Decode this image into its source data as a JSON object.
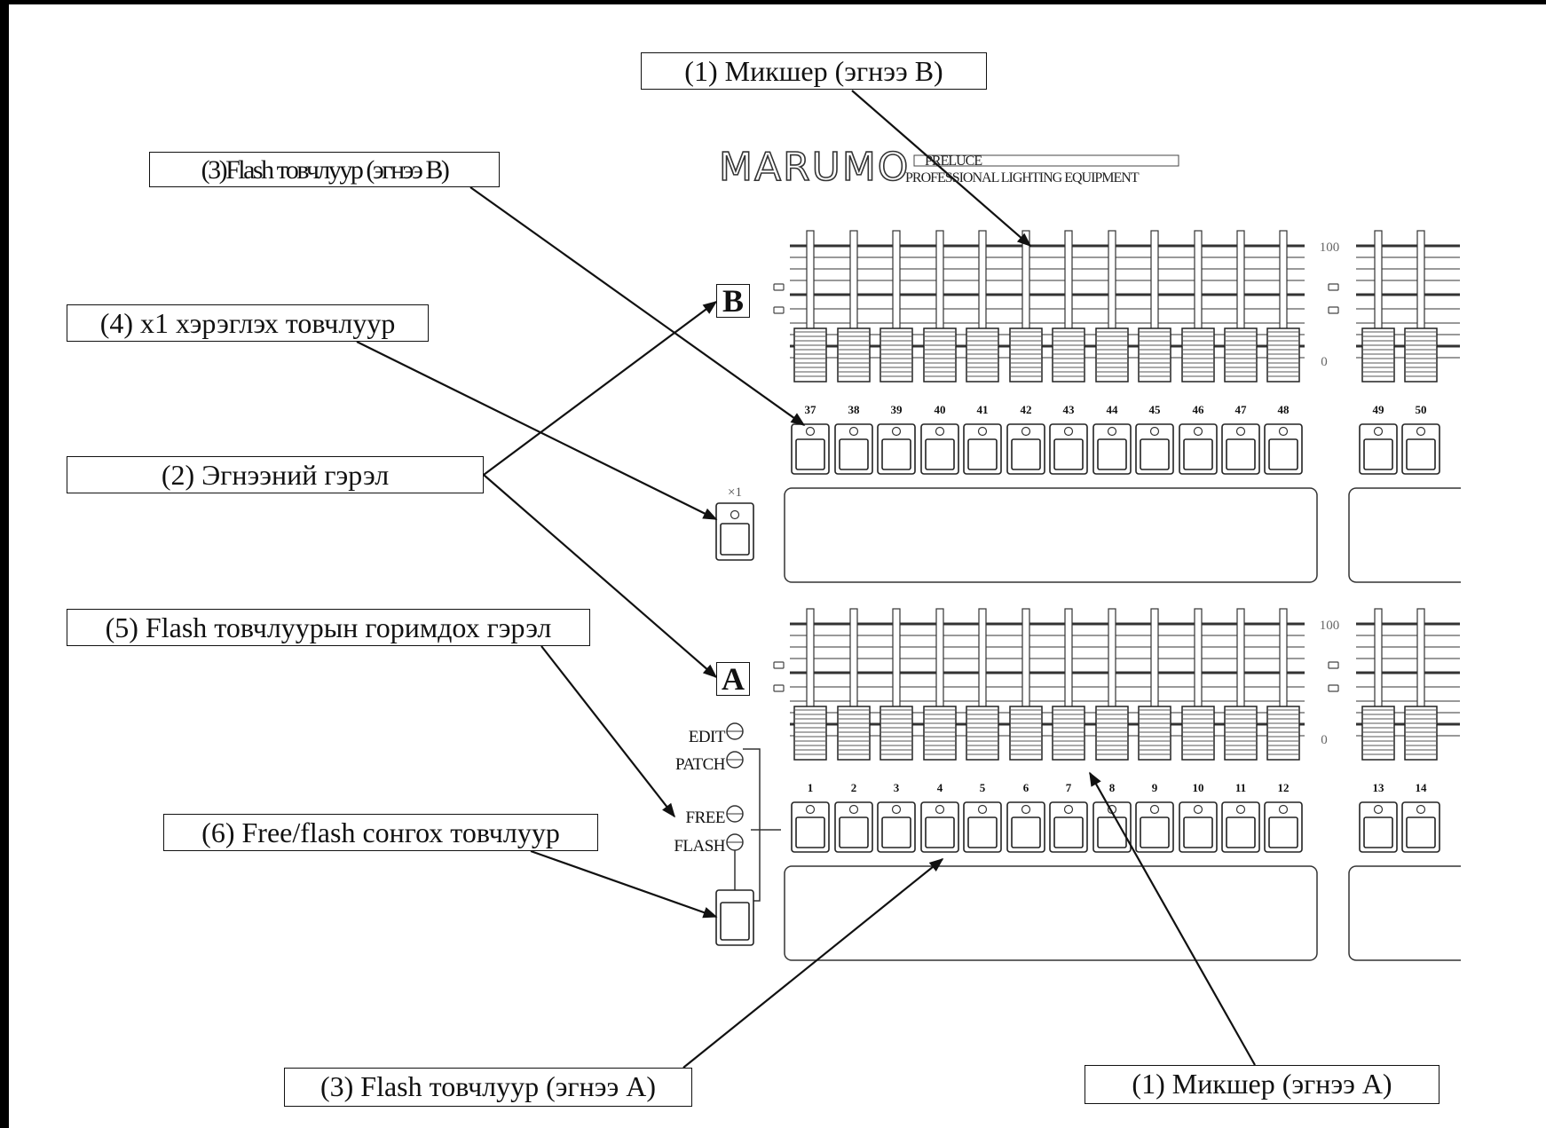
{
  "brand": {
    "logo": "MARUMO",
    "model": "PRELUCE",
    "subtitle": "PROFESSIONAL LIGHTING EQUIPMENT"
  },
  "callouts": {
    "mixer_b": "(1) Микшер (эгнээ B)",
    "flash_b": "(3)Flash товчлуур (эгнээ B)",
    "x1_button": "(4) x1 хэрэглэх товчлуур",
    "row_light": "(2)  Эгнээний гэрэл",
    "flash_mode_light": "(5) Flash товчлуурын горимдох гэрэл",
    "free_flash_select": "(6) Free/flash сонгох товчлуур",
    "flash_a": "(3) Flash товчлуур (эгнээ A)",
    "mixer_a": "(1) Микшер (эгнээ A)"
  },
  "sections": {
    "b": "B",
    "a": "A"
  },
  "scale": {
    "max": "100",
    "min": "0"
  },
  "x1_label": "×1",
  "modes": {
    "edit": "EDIT",
    "patch": "PATCH",
    "free": "FREE",
    "flash": "FLASH"
  },
  "channels_b": [
    "37",
    "38",
    "39",
    "40",
    "41",
    "42",
    "43",
    "44",
    "45",
    "46",
    "47",
    "48"
  ],
  "channels_b_right": [
    "49",
    "50"
  ],
  "channels_a": [
    "1",
    "2",
    "3",
    "4",
    "5",
    "6",
    "7",
    "8",
    "9",
    "10",
    "11",
    "12"
  ],
  "channels_a_right": [
    "13",
    "14"
  ]
}
